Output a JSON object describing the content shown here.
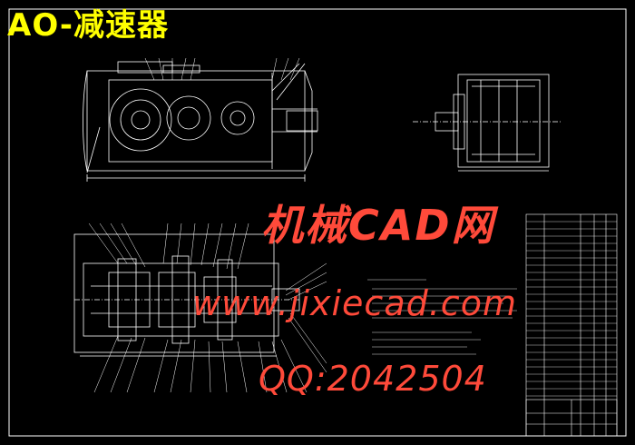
{
  "title": "AO-减速器",
  "watermark": {
    "site_cn": "机械CAD网",
    "url": "www.jixiecad.com",
    "qq": "QQ:2042504"
  },
  "colors": {
    "background": "#000000",
    "title": "#ffff00",
    "drawing_lines": "#ffffff",
    "watermark": "#ff4a3a"
  }
}
